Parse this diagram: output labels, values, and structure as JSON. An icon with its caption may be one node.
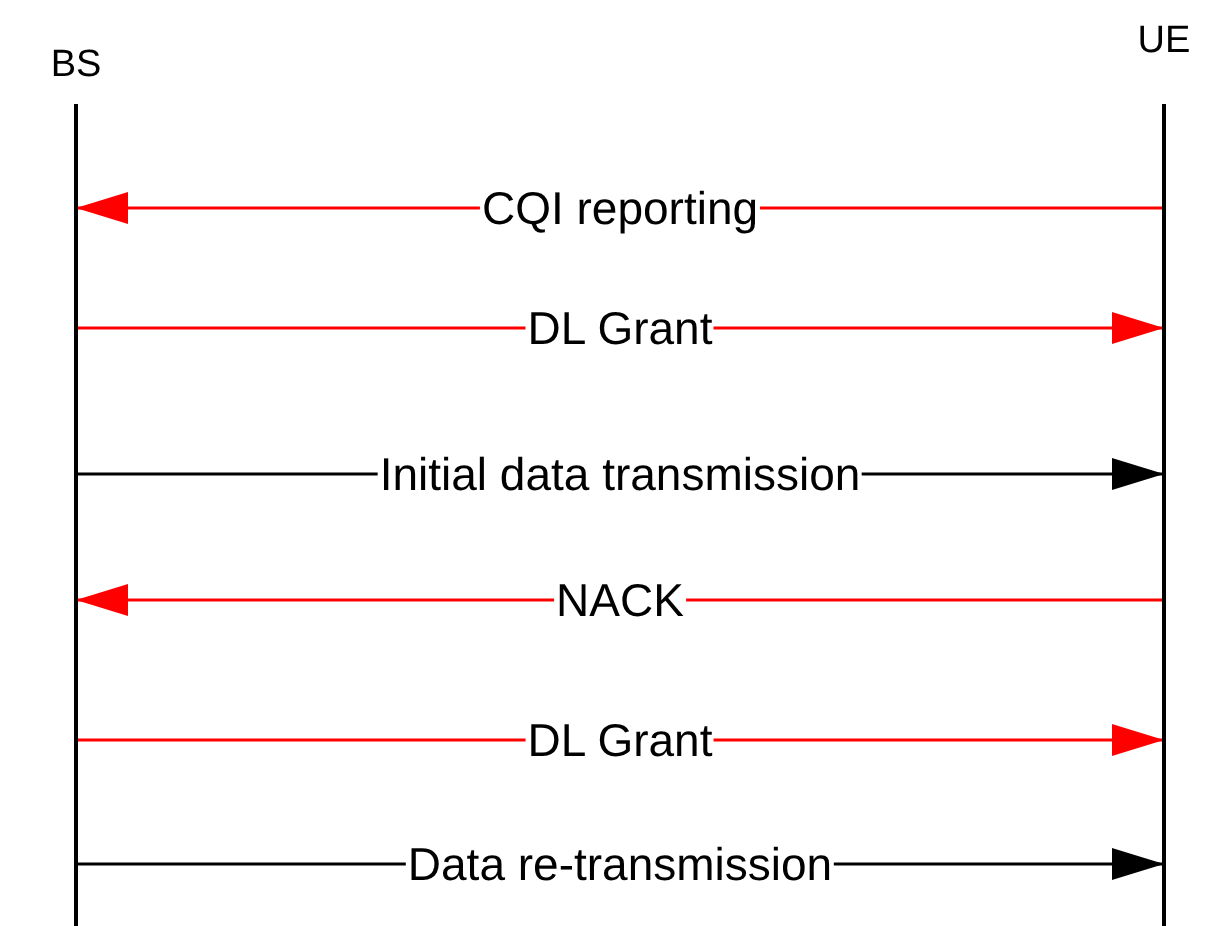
{
  "diagram": {
    "nodes": [
      {
        "text": [
          "BS"
        ]
      },
      {
        "text": [
          "UE"
        ]
      }
    ],
    "edges": [
      {
        "from": 1,
        "to": 0,
        "arrow": "to",
        "label": "CQI reporting"
      },
      {
        "from": 0,
        "to": 1,
        "arrow": "to",
        "label": "DL Grant"
      },
      {
        "from": 0,
        "to": 1,
        "arrow": "to",
        "label": "Initial data transmission",
        "color": "#000000"
      },
      {
        "from": 1,
        "to": 0,
        "arrow": "to",
        "label": "NACK"
      },
      {
        "from": 0,
        "to": 1,
        "arrow": "to",
        "label": "DL Grant"
      },
      {
        "from": 0,
        "to": 1,
        "arrow": "to",
        "label": "Data re-transmission",
        "color": "#000000"
      }
    ]
  }
}
